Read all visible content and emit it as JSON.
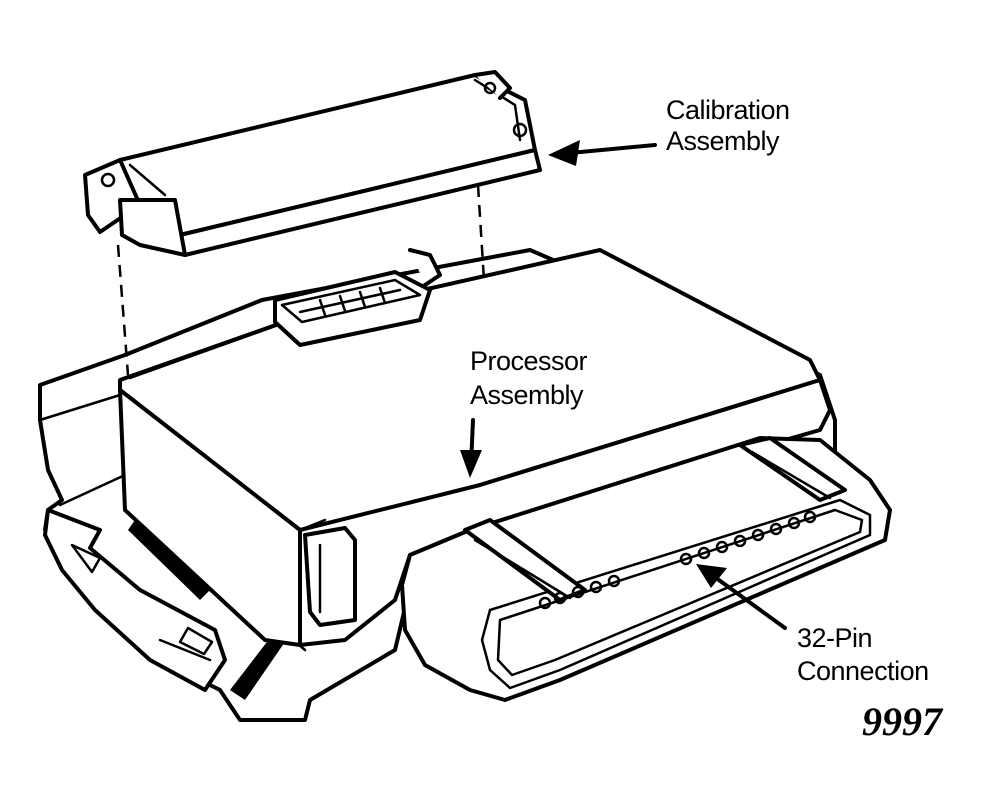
{
  "labels": {
    "calibration_line1": "Calibration",
    "calibration_line2": "Assembly",
    "processor_line1": "Processor",
    "processor_line2": "Assembly",
    "pin_line1": "32-Pin",
    "pin_line2": "Connection",
    "figure_number": "9997"
  }
}
